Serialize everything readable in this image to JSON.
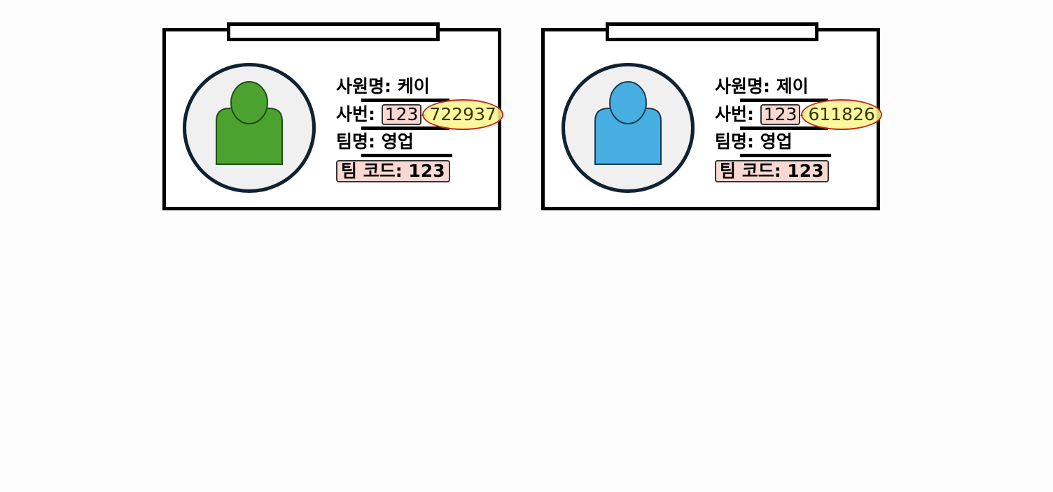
{
  "cards": [
    {
      "name_label": "사원명:",
      "name_value": "케이",
      "id_label": "사번:",
      "id_prefix": "123",
      "id_separator": "-",
      "id_suffix": "722937",
      "team_label": "팀명:",
      "team_value": "영업",
      "team_code": "팀 코드: 123",
      "avatar_color": "#4ca22e",
      "avatar_outline": "#1e4d14",
      "avatar_icon": "person-silhouette"
    },
    {
      "name_label": "사원명:",
      "name_value": "제이",
      "id_label": "사번:",
      "id_prefix": "123",
      "id_separator": "-",
      "id_suffix": "611826",
      "team_label": "팀명:",
      "team_value": "영업",
      "team_code": "팀 코드: 123",
      "avatar_color": "#46aee0",
      "avatar_outline": "#1a3a4d",
      "avatar_icon": "person-silhouette"
    }
  ],
  "colors": {
    "card_border": "#000000",
    "avatar_ring": "#0f2233",
    "avatar_bg": "#f0f0f0",
    "code_box_fill": "#f7d9d2",
    "highlight_fill": "#faf68c",
    "highlight_ring": "#c8291e"
  }
}
